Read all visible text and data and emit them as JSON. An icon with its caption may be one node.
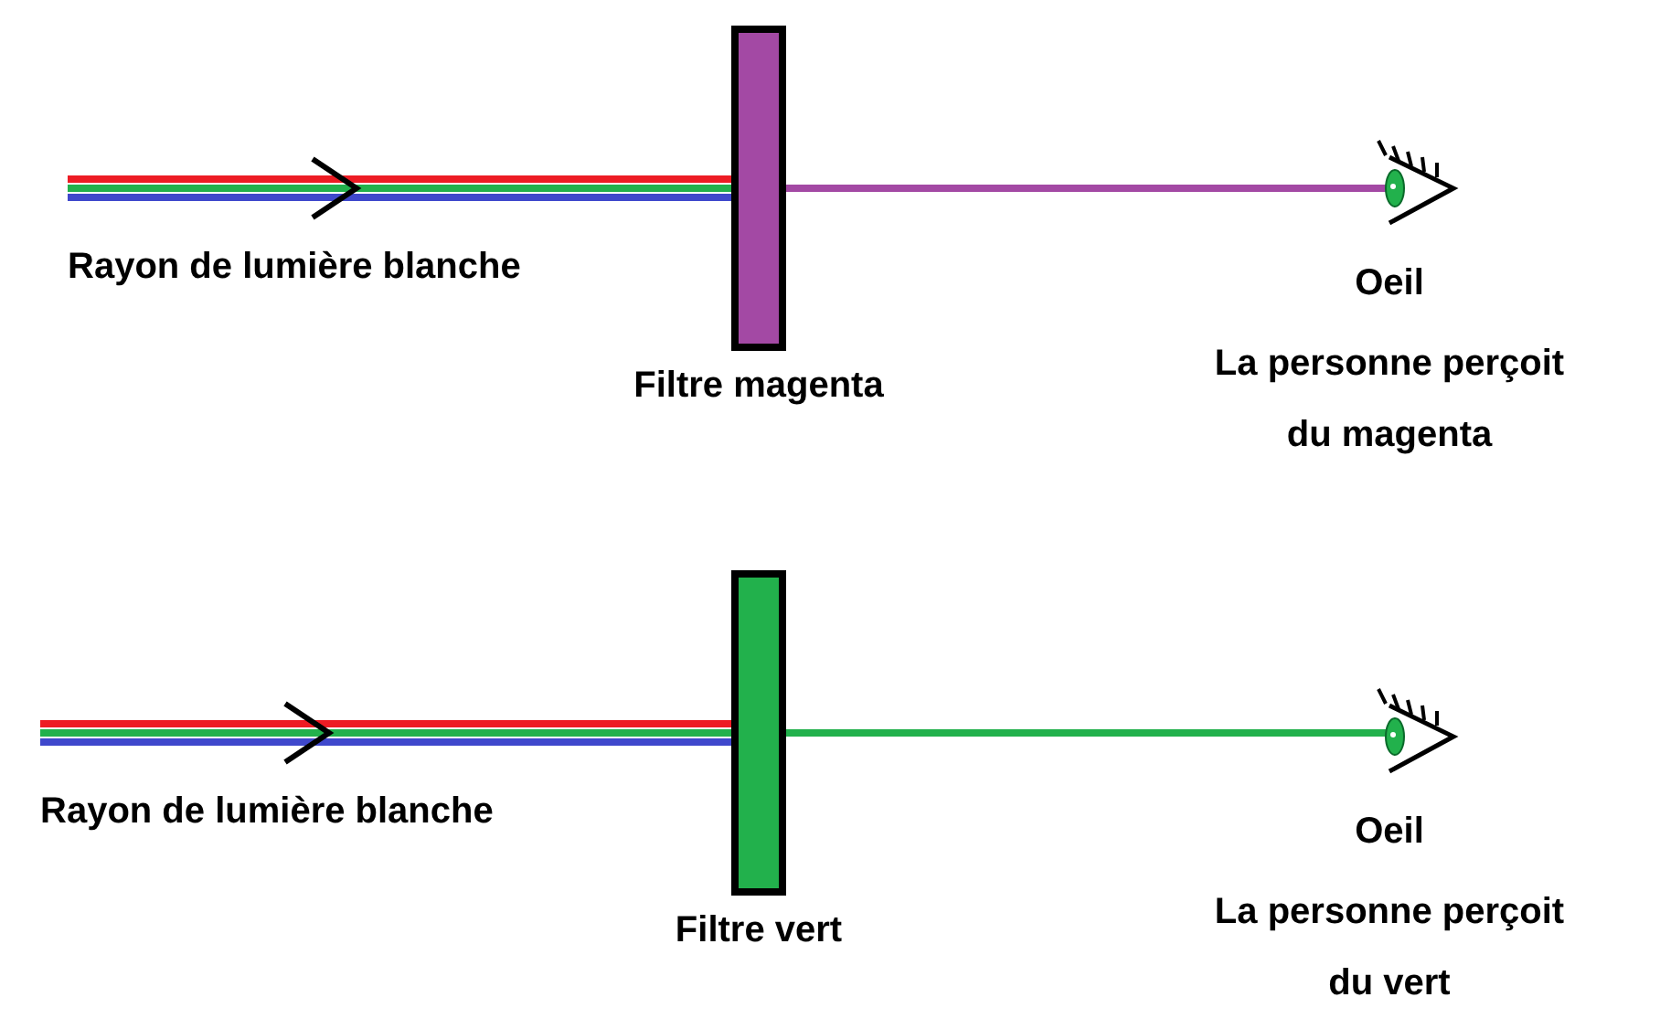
{
  "diagram": {
    "nodes": [
      {
        "text": [
          "Filtre magenta"
        ]
      },
      {
        "text": [
          "Oeil",
          "La personne perçoit du magenta"
        ]
      },
      {
        "text": [
          "Filtre vert"
        ]
      },
      {
        "text": [
          "Oeil",
          "La personne perçoit du vert"
        ]
      }
    ],
    "edges": [
      {
        "from": null,
        "to": 0,
        "arrow": "to",
        "label": "Rayon de lumière blanche"
      },
      {
        "from": 0,
        "to": 1,
        "arrow": "none",
        "color": "#a349a4"
      },
      {
        "from": null,
        "to": 2,
        "arrow": "to",
        "label": "Rayon de lumière blanche"
      },
      {
        "from": 2,
        "to": 3,
        "arrow": "none",
        "color": "#22b14c"
      }
    ]
  }
}
